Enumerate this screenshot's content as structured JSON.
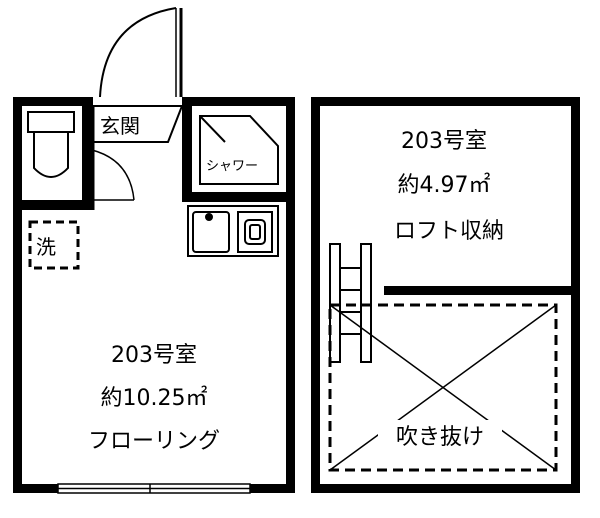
{
  "left_plan": {
    "entrance_label": "玄関",
    "shower_label": "シャワー",
    "washer_label": "洗",
    "room_number": "203号室",
    "area": "約10.25㎡",
    "floor_type": "フローリング"
  },
  "right_plan": {
    "room_number": "203号室",
    "area": "約4.97㎡",
    "loft_label": "ロフト収納",
    "void_label": "吹き抜け"
  }
}
